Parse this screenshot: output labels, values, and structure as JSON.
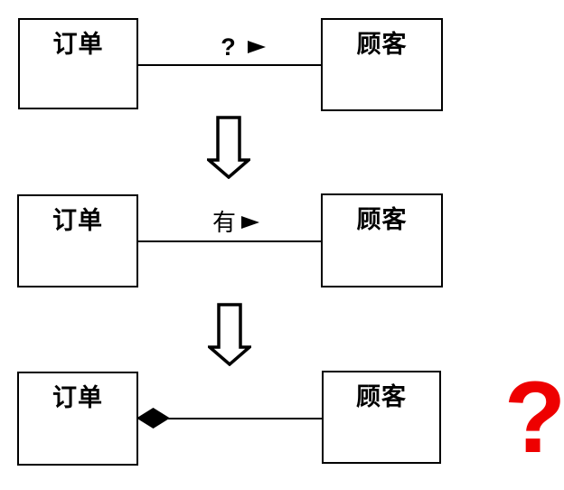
{
  "steps": [
    {
      "left_box": "订单",
      "right_box": "顾客",
      "association_label": "?"
    },
    {
      "left_box": "订单",
      "right_box": "顾客",
      "association_label": "有"
    },
    {
      "left_box": "订单",
      "right_box": "顾客"
    }
  ],
  "annotation": {
    "question_mark": "?"
  },
  "colors": {
    "ink": "#000000",
    "box_fill": "#ffffff",
    "highlight_red": "#ee0000"
  },
  "icons": {
    "arrowhead": "right-filled-triangle",
    "transition": "down-block-arrow-outline",
    "aggregation": "filled-diamond"
  }
}
